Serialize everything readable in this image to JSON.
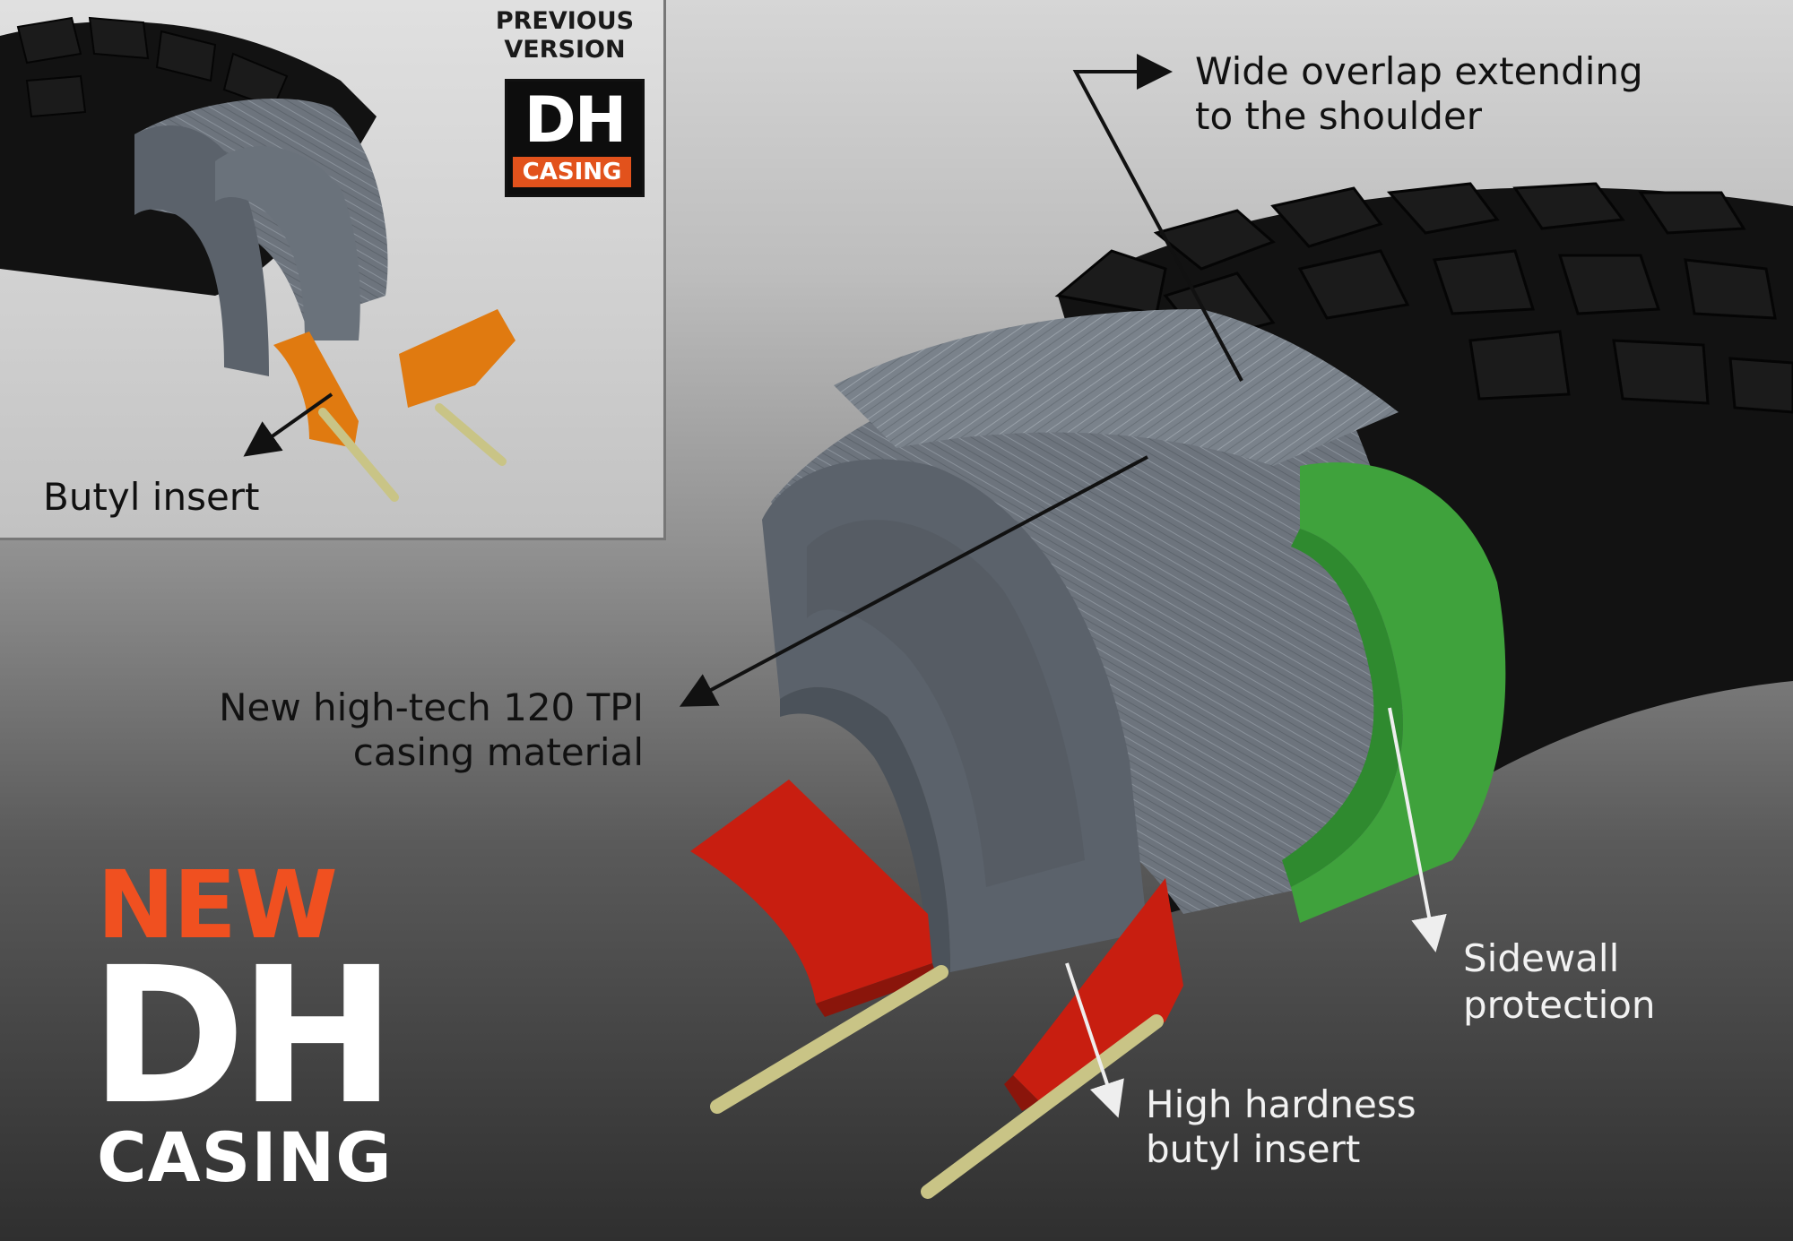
{
  "previous_version": {
    "title": "PREVIOUS VERSION",
    "badge_main": "DH",
    "badge_sub": "CASING",
    "callout_butyl": "Butyl insert"
  },
  "main": {
    "callout_overlap_line1": "Wide overlap extending",
    "callout_overlap_line2": "to the shoulder",
    "callout_casing_line1": "New high-tech 120 TPI",
    "callout_casing_line2": "casing material",
    "callout_sidewall_line1": "Sidewall",
    "callout_sidewall_line2": "protection",
    "callout_insert_line1": "High hardness",
    "callout_insert_line2": "butyl insert"
  },
  "brand": {
    "new": "NEW",
    "dh": "DH",
    "casing": "CASING"
  },
  "colors": {
    "accent_orange": "#f05020",
    "old_insert_orange": "#e07a10",
    "insert_red": "#c81e10",
    "sidewall_green": "#3fa23c",
    "casing_gray": "#6f7680",
    "tire_black": "#111111",
    "bead_tan": "#c9c486"
  }
}
